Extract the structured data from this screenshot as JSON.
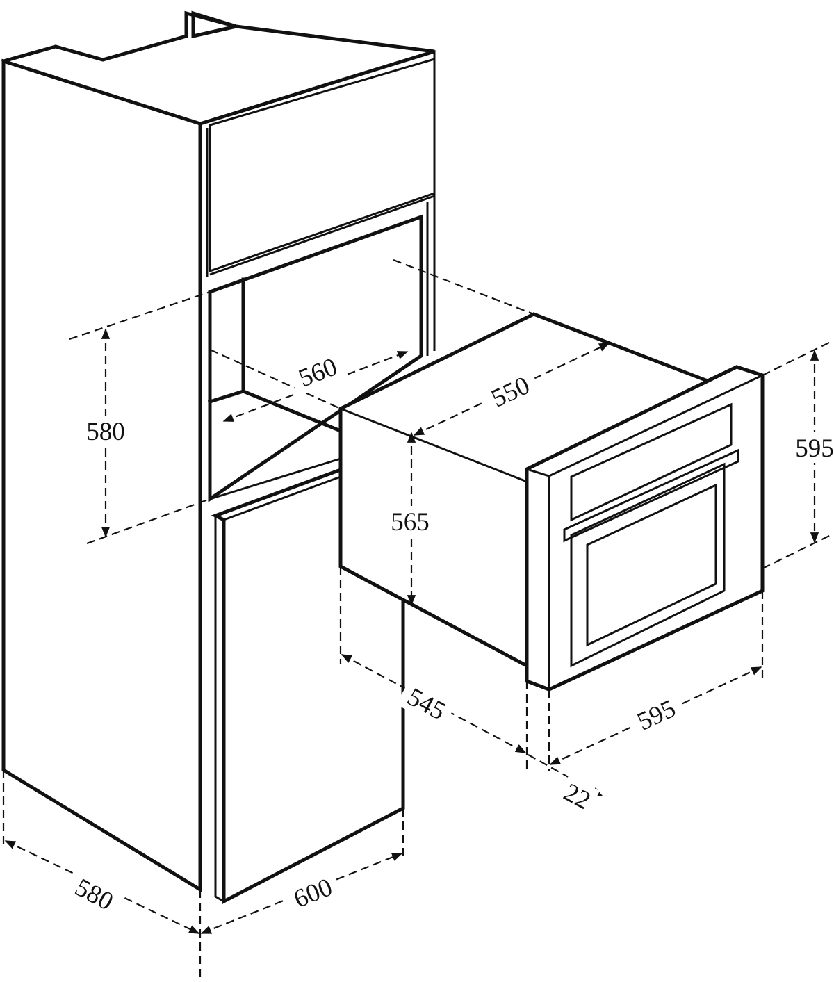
{
  "dimensions": {
    "niche_height": "580",
    "niche_depth": "560",
    "oven_depth": "550",
    "oven_height": "595",
    "body_height": "565",
    "body_depth": "545",
    "oven_width": "595",
    "door_thickness": "22",
    "cabinet_depth": "580",
    "cabinet_width": "600"
  },
  "colors": {
    "line": "#111111",
    "background": "#ffffff"
  }
}
